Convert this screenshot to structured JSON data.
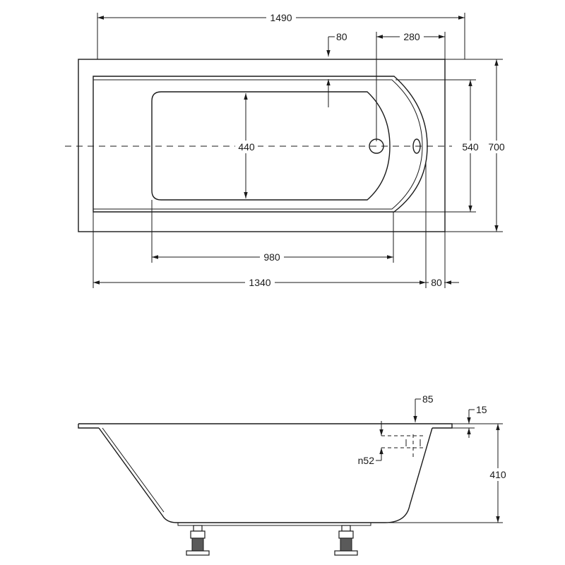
{
  "plan_view": {
    "dim_overall_length": "1490",
    "dim_outlet_offset": "80",
    "dim_drain_offset": "280",
    "dim_basin_width": "440",
    "dim_inner_width": "540",
    "dim_overall_width": "700",
    "dim_basin_length": "980",
    "dim_inner_length": "1340",
    "dim_end_rim": "80"
  },
  "side_view": {
    "dim_rim_offset": "85",
    "dim_rim_thickness": "15",
    "dim_drain_diameter": "n52",
    "dim_height": "410"
  }
}
